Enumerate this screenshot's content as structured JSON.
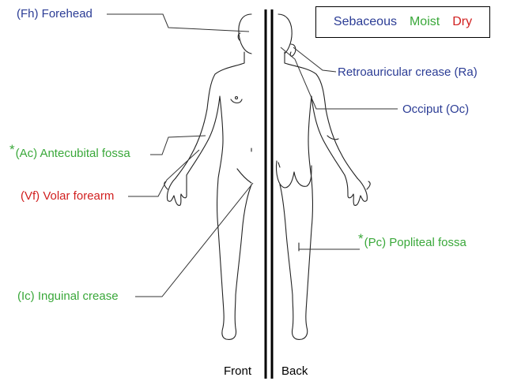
{
  "colors": {
    "sebaceous": "#2b3c95",
    "moist": "#3aa83a",
    "dry": "#d11f1f",
    "line": "#333333",
    "figure": "#222222"
  },
  "legend": {
    "sebaceous": "Sebaceous",
    "moist": "Moist",
    "dry": "Dry"
  },
  "labels": {
    "forehead": {
      "text": "(Fh) Forehead",
      "category": "sebaceous",
      "star": false
    },
    "retroauricular": {
      "text": "Retroauricular crease (Ra)",
      "category": "sebaceous",
      "star": false
    },
    "occiput": {
      "text": "Occiput (Oc)",
      "category": "sebaceous",
      "star": false
    },
    "antecubital": {
      "text": "(Ac) Antecubital fossa",
      "category": "moist",
      "star": true
    },
    "volar": {
      "text": "(Vf) Volar forearm",
      "category": "dry",
      "star": false
    },
    "popliteal": {
      "text": "(Pc) Popliteal fossa",
      "category": "moist",
      "star": true
    },
    "inguinal": {
      "text": "(Ic) Inguinal crease",
      "category": "moist",
      "star": false
    }
  },
  "star_symbol": "*",
  "views": {
    "front": "Front",
    "back": "Back"
  }
}
